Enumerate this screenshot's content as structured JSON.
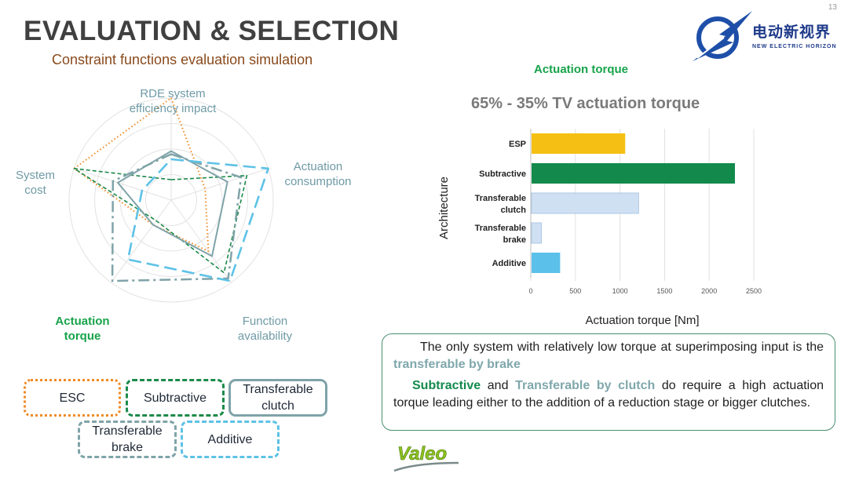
{
  "slide_number": "13",
  "title": "EVALUATION & SELECTION",
  "subtitle": "Constraint functions evaluation simulation",
  "logo": {
    "cn": "电动新视界",
    "en": "NEW ELECTRIC HORIZON"
  },
  "radar": {
    "axes": [
      {
        "lines": [
          "RDE system",
          "efficiency impact"
        ],
        "highlight": false
      },
      {
        "lines": [
          "Actuation",
          "consumption"
        ],
        "highlight": false
      },
      {
        "lines": [
          "Function",
          "availability"
        ],
        "highlight": false
      },
      {
        "lines": [
          "Actuation",
          "torque"
        ],
        "highlight": true
      },
      {
        "lines": [
          "System",
          "cost"
        ],
        "highlight": false
      }
    ],
    "series": [
      {
        "name": "ESC",
        "color": "#f08a24",
        "values": [
          1.0,
          0.35,
          0.62,
          0.3,
          1.0
        ]
      },
      {
        "name": "Subtractive",
        "color": "#1b8a4a",
        "values": [
          0.2,
          0.78,
          0.88,
          0.25,
          1.0
        ]
      },
      {
        "name": "Transferable clutch",
        "color": "#7fa3a8",
        "values": [
          0.48,
          0.58,
          0.68,
          0.3,
          0.55
        ]
      },
      {
        "name": "Transferable brake",
        "color": "#7fa3a8",
        "values": [
          0.45,
          0.72,
          0.95,
          0.98,
          0.6
        ]
      },
      {
        "name": "Additive",
        "color": "#5ec2e6",
        "values": [
          0.4,
          1.0,
          0.98,
          0.72,
          0.3
        ]
      }
    ]
  },
  "legend": {
    "esc": "ESC",
    "subtractive": "Subtractive",
    "clutch_l1": "Transferable",
    "clutch_l2": "clutch",
    "brake_l1": "Transferable",
    "brake_l2": "brake",
    "additive": "Additive"
  },
  "chart_section_title": "Actuation torque",
  "chart_data": {
    "type": "bar",
    "orientation": "horizontal",
    "title": "65% - 35% TV actuation torque",
    "xlabel": "Actuation torque [Nm]",
    "ylabel": "Architecture",
    "categories": [
      [
        "ESP"
      ],
      [
        "Subtractive"
      ],
      [
        "Transferable",
        "clutch"
      ],
      [
        "Transferable",
        "brake"
      ],
      [
        "Additive"
      ]
    ],
    "values": [
      1050,
      2280,
      1200,
      110,
      320
    ],
    "colors": [
      "#f5c013",
      "#138a4c",
      "#cfe0f3",
      "#cfe0f3",
      "#5bc0ea"
    ],
    "xlim": [
      0,
      2500
    ],
    "xticks": [
      "0",
      "500",
      "1000",
      "1500",
      "2000",
      "2500"
    ],
    "grid": true
  },
  "textbox": {
    "p1": "The only system with relatively low torque at superimposing input is the",
    "p1_em": "transferable by brake",
    "p2_em1": "Subtractive",
    "p2_and": "and",
    "p2_em2": "Transferable by clutch",
    "p2_rest": "do require a high actuation torque leading either to the addition of a reduction stage or bigger clutches."
  },
  "brand": "Valeo"
}
